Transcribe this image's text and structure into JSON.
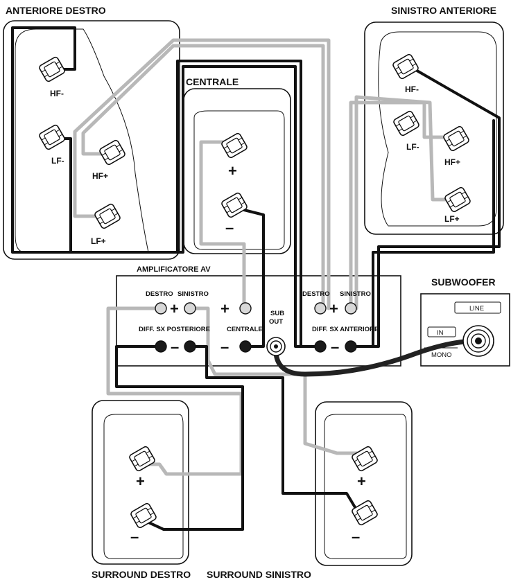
{
  "speakers": {
    "front_right": {
      "title": "ANTERIORE DESTRO",
      "hf_neg": "HF-",
      "lf_neg": "LF-",
      "hf_pos": "HF+",
      "lf_pos": "LF+"
    },
    "front_left": {
      "title": "SINISTRO ANTERIORE",
      "hf_neg": "HF-",
      "lf_neg": "LF-",
      "hf_pos": "HF+",
      "lf_pos": "LF+"
    },
    "center": {
      "title": "CENTRALE",
      "pos": "+",
      "neg": "–"
    },
    "surround_right": {
      "title": "SURROUND DESTRO",
      "pos": "+",
      "neg": "–"
    },
    "surround_left": {
      "title": "SURROUND SINISTRO",
      "pos": "+",
      "neg": "–"
    },
    "subwoofer": {
      "title": "SUBWOOFER",
      "line": "LINE",
      "in": "IN",
      "mono": "MONO"
    }
  },
  "amplifier": {
    "title": "AMPLIFICATORE AV",
    "rear_right": "DESTRO",
    "rear_left": "SINISTRO",
    "rear_group": "DIFF. SX POSTERIORE",
    "center": "CENTRALE",
    "sub_out_1": "SUB",
    "sub_out_2": "OUT",
    "front_right": "DESTRO",
    "front_left": "SINISTRO",
    "front_group": "DIFF. SX ANTERIORE",
    "plus": "+",
    "minus": "–"
  },
  "colors": {
    "positive_wire": "#b8b8b8",
    "negative_wire": "#111111"
  }
}
